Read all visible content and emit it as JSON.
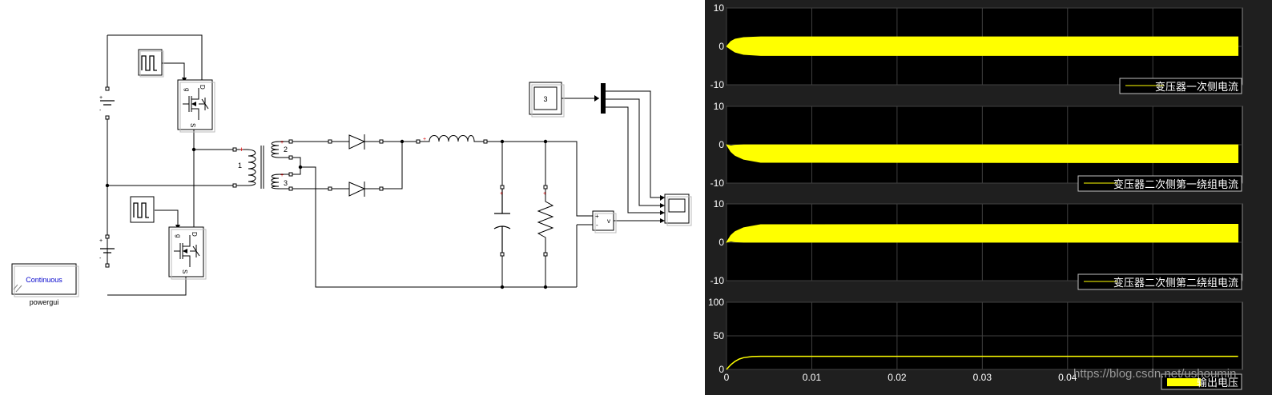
{
  "powergui": {
    "mode": "Continuous",
    "label": "powergui"
  },
  "blocks": {
    "constant_value": "3",
    "voltage_meter_plus": "+",
    "voltage_meter_minus": "-",
    "voltage_meter_label": "v",
    "mosfet_gate": "g",
    "mosfet_drain": "D",
    "mosfet_source": "S",
    "transformer_winding_1": "1",
    "transformer_winding_2": "2",
    "transformer_winding_3": "3",
    "battery_plus": "+",
    "battery_minus": "-"
  },
  "colors": {
    "trace": "#ffff00",
    "scope_background": "#000000",
    "scope_frame": "#1f1f1f",
    "grid": "#404040",
    "axis_text": "#ffffff",
    "wire": "#000000",
    "port_red": "#d40000",
    "powergui_text": "#0000cc"
  },
  "chart_data": [
    {
      "type": "line",
      "ylim": [
        -10,
        10
      ],
      "yticks": [
        "10",
        "0",
        "-10"
      ],
      "xlim": [
        0,
        0.0605
      ],
      "legend": "变压器一次侧电流",
      "legend_placement": "bottom-right",
      "grid": true,
      "series": [
        {
          "name": "变压器一次侧电流",
          "x": [
            0,
            0.0005,
            0.001,
            0.002,
            0.004,
            0.06
          ],
          "upper": [
            0,
            1.3,
            1.9,
            2.3,
            2.5,
            2.5
          ],
          "lower": [
            0,
            -0.8,
            -1.5,
            -2.1,
            -2.4,
            -2.4
          ]
        }
      ]
    },
    {
      "type": "line",
      "ylim": [
        -10,
        10
      ],
      "yticks": [
        "10",
        "0",
        "-10"
      ],
      "xlim": [
        0,
        0.0605
      ],
      "legend": "变压器二次侧第一绕组电流",
      "legend_placement": "bottom-right",
      "grid": true,
      "series": [
        {
          "name": "变压器二次侧第一绕组电流",
          "x": [
            0,
            0.0005,
            0.001,
            0.002,
            0.004,
            0.06
          ],
          "upper": [
            0,
            -0.3,
            -0.1,
            0,
            0,
            0
          ],
          "lower": [
            0,
            -1.8,
            -2.8,
            -3.8,
            -4.6,
            -4.7
          ]
        }
      ]
    },
    {
      "type": "line",
      "ylim": [
        -10,
        10
      ],
      "yticks": [
        "10",
        "0",
        "-10"
      ],
      "xlim": [
        0,
        0.0605
      ],
      "legend": "变压器二次侧第二绕组电流",
      "legend_placement": "bottom-right",
      "grid": true,
      "series": [
        {
          "name": "变压器二次侧第二绕组电流",
          "x": [
            0,
            0.0005,
            0.001,
            0.002,
            0.004,
            0.06
          ],
          "upper": [
            0,
            1.8,
            2.8,
            3.8,
            4.6,
            4.7
          ],
          "lower": [
            0,
            0.3,
            0.1,
            0,
            0,
            0
          ]
        }
      ]
    },
    {
      "type": "line",
      "ylim": [
        0,
        100
      ],
      "yticks": [
        "100",
        "50",
        "0"
      ],
      "xlim": [
        0,
        0.0605
      ],
      "xticks": [
        "0",
        "0.01",
        "0.02",
        "0.03",
        "0.04"
      ],
      "legend": "输出电压",
      "legend_placement": "bottom-right",
      "grid": true,
      "series": [
        {
          "name": "输出电压",
          "x": [
            0,
            0.0005,
            0.001,
            0.0015,
            0.002,
            0.003,
            0.004,
            0.06
          ],
          "y": [
            0,
            7,
            12,
            15.5,
            17.5,
            19.2,
            19.5,
            19.5
          ]
        }
      ]
    }
  ],
  "watermark": "https://blog.csdn.net/ushoumin"
}
